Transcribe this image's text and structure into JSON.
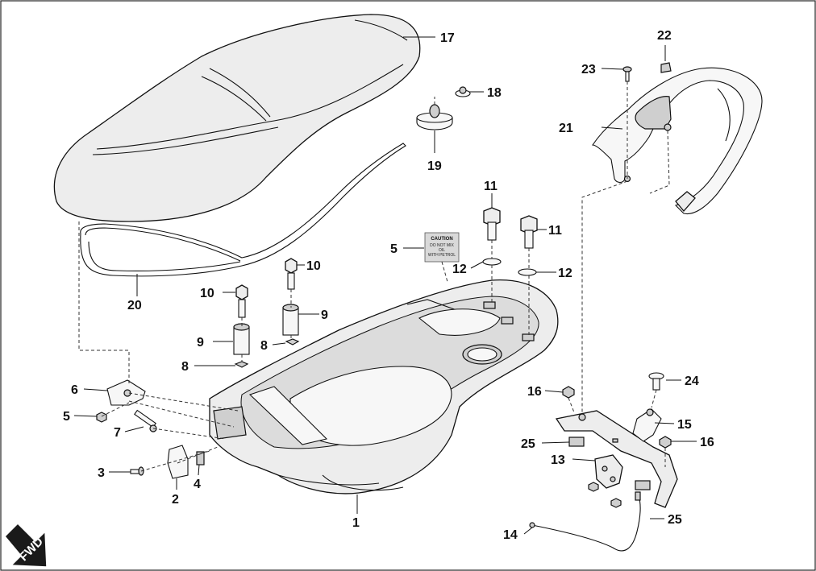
{
  "diagram": {
    "callouts": [
      {
        "id": "c1",
        "text": "1"
      },
      {
        "id": "c2",
        "text": "2"
      },
      {
        "id": "c3",
        "text": "3"
      },
      {
        "id": "c4",
        "text": "4"
      },
      {
        "id": "c5a",
        "text": "5"
      },
      {
        "id": "c5b",
        "text": "5"
      },
      {
        "id": "c6",
        "text": "6"
      },
      {
        "id": "c7",
        "text": "7"
      },
      {
        "id": "c8a",
        "text": "8"
      },
      {
        "id": "c8b",
        "text": "8"
      },
      {
        "id": "c9a",
        "text": "9"
      },
      {
        "id": "c9b",
        "text": "9"
      },
      {
        "id": "c10a",
        "text": "10"
      },
      {
        "id": "c10b",
        "text": "10"
      },
      {
        "id": "c11a",
        "text": "11"
      },
      {
        "id": "c11b",
        "text": "11"
      },
      {
        "id": "c12a",
        "text": "12"
      },
      {
        "id": "c12b",
        "text": "12"
      },
      {
        "id": "c13",
        "text": "13"
      },
      {
        "id": "c14",
        "text": "14"
      },
      {
        "id": "c15",
        "text": "15"
      },
      {
        "id": "c16a",
        "text": "16"
      },
      {
        "id": "c16b",
        "text": "16"
      },
      {
        "id": "c17",
        "text": "17"
      },
      {
        "id": "c18",
        "text": "18"
      },
      {
        "id": "c19",
        "text": "19"
      },
      {
        "id": "c20",
        "text": "20"
      },
      {
        "id": "c21",
        "text": "21"
      },
      {
        "id": "c22",
        "text": "22"
      },
      {
        "id": "c23",
        "text": "23"
      },
      {
        "id": "c24",
        "text": "24"
      },
      {
        "id": "c25a",
        "text": "25"
      },
      {
        "id": "c25b",
        "text": "25"
      }
    ],
    "caution_label": {
      "title": "CAUTION",
      "lines": [
        "DO NOT MIX",
        "OIL",
        "WITH PETROL"
      ]
    },
    "fwd_label": "FWD"
  }
}
